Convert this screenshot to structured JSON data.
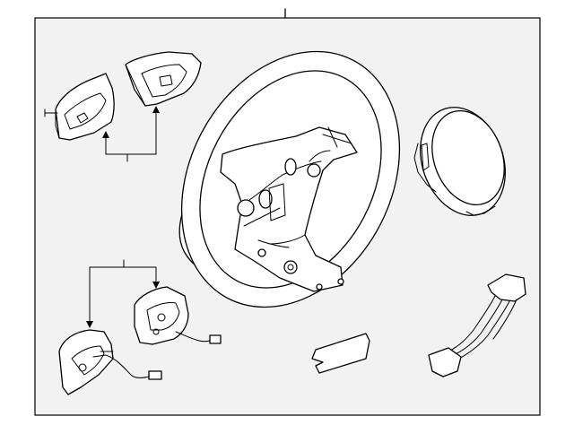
{
  "diagram": {
    "background_color": "#ffffff",
    "frame_fill": "#f2f2f2",
    "line_color": "#000000",
    "parts": [
      "callout-line",
      "steering-wheel",
      "upper-left-switch",
      "upper-right-switch",
      "horn-pad",
      "lower-left-switch",
      "lower-right-switch",
      "trim-cover",
      "wiring-harness"
    ]
  }
}
